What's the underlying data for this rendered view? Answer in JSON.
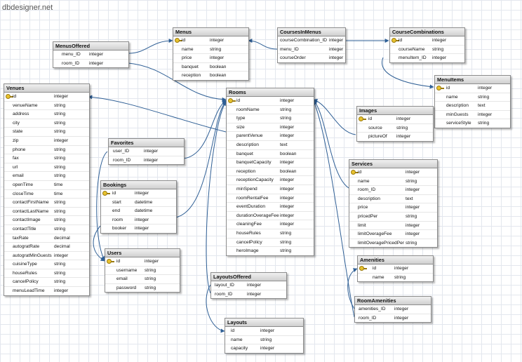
{
  "brand": "dbdesigner.net",
  "tables": [
    {
      "id": "menus_offered",
      "title": "MenusOffered",
      "cols": [
        [
          "menu_ID",
          "integer"
        ],
        [
          "room_ID",
          "integer"
        ]
      ]
    },
    {
      "id": "menus",
      "title": "Menus",
      "cols": [
        [
          "id",
          "integer"
        ],
        [
          "name",
          "string"
        ],
        [
          "price",
          "integer"
        ],
        [
          "banquet",
          "boolean"
        ],
        [
          "reception",
          "boolean"
        ]
      ]
    },
    {
      "id": "courses_in_menus",
      "title": "CoursesInMenus",
      "cols": [
        [
          "courseCombination_ID",
          "integer"
        ],
        [
          "menu_ID",
          "integer"
        ],
        [
          "courseOrder",
          "integer"
        ]
      ]
    },
    {
      "id": "course_combinations",
      "title": "CourseCombinations",
      "cols": [
        [
          "id",
          "integer"
        ],
        [
          "courseName",
          "string"
        ],
        [
          "menuItem_ID",
          "integer"
        ]
      ]
    },
    {
      "id": "menu_items",
      "title": "MenuItems",
      "cols": [
        [
          "id",
          "integer"
        ],
        [
          "name",
          "string"
        ],
        [
          "description",
          "text"
        ],
        [
          "minGuests",
          "integer"
        ],
        [
          "serviceStyle",
          "string"
        ]
      ]
    },
    {
      "id": "venues",
      "title": "Venues",
      "cols": [
        [
          "id",
          "integer"
        ],
        [
          "venueName",
          "string"
        ],
        [
          "address",
          "string"
        ],
        [
          "city",
          "string"
        ],
        [
          "state",
          "string"
        ],
        [
          "zip",
          "integer"
        ],
        [
          "phone",
          "string"
        ],
        [
          "fax",
          "string"
        ],
        [
          "url",
          "string"
        ],
        [
          "email",
          "string"
        ],
        [
          "openTime",
          "time"
        ],
        [
          "closeTime",
          "time"
        ],
        [
          "contactFirstName",
          "string"
        ],
        [
          "contactLastName",
          "string"
        ],
        [
          "contactImage",
          "string"
        ],
        [
          "contactTitle",
          "string"
        ],
        [
          "taxRate",
          "decimal"
        ],
        [
          "autogratRate",
          "decimal"
        ],
        [
          "autogratMinGuests",
          "integer"
        ],
        [
          "cuisineType",
          "string"
        ],
        [
          "houseRules",
          "string"
        ],
        [
          "cancelPolicy",
          "string"
        ],
        [
          "menuLeadTime",
          "integer"
        ]
      ]
    },
    {
      "id": "rooms",
      "title": "Rooms",
      "cols": [
        [
          "id",
          "integer"
        ],
        [
          "roomName",
          "string"
        ],
        [
          "type",
          "string"
        ],
        [
          "size",
          "integer"
        ],
        [
          "parentVenue",
          "integer"
        ],
        [
          "description",
          "text"
        ],
        [
          "banquet",
          "boolean"
        ],
        [
          "banquetCapacity",
          "integer"
        ],
        [
          "reception",
          "boolean"
        ],
        [
          "receptionCapacity",
          "integer"
        ],
        [
          "minSpend",
          "integer"
        ],
        [
          "roomRentalFee",
          "integer"
        ],
        [
          "eventDuration",
          "integer"
        ],
        [
          "durationOverageFee",
          "integer"
        ],
        [
          "cleaningFee",
          "integer"
        ],
        [
          "houseRules",
          "string"
        ],
        [
          "cancelPolicy",
          "string"
        ],
        [
          "heroImage",
          "string"
        ]
      ]
    },
    {
      "id": "images",
      "title": "Images",
      "cols": [
        [
          "id",
          "integer"
        ],
        [
          "source",
          "string"
        ],
        [
          "pictureOf",
          "integer"
        ]
      ]
    },
    {
      "id": "favorites",
      "title": "Favorites",
      "cols": [
        [
          "user_ID",
          "integer"
        ],
        [
          "room_ID",
          "integer"
        ]
      ]
    },
    {
      "id": "bookings",
      "title": "Bookings",
      "cols": [
        [
          "id",
          "integer"
        ],
        [
          "start",
          "datetime"
        ],
        [
          "end",
          "datetime"
        ],
        [
          "room",
          "integer"
        ],
        [
          "booker",
          "integer"
        ]
      ]
    },
    {
      "id": "services",
      "title": "Services",
      "cols": [
        [
          "id",
          "integer"
        ],
        [
          "name",
          "string"
        ],
        [
          "room_ID",
          "integer"
        ],
        [
          "description",
          "text"
        ],
        [
          "price",
          "integer"
        ],
        [
          "pricedPer",
          "string"
        ],
        [
          "limit",
          "integer"
        ],
        [
          "limitOverageFee",
          "integer"
        ],
        [
          "limitOveragePricedPer",
          "string"
        ]
      ]
    },
    {
      "id": "users",
      "title": "Users",
      "cols": [
        [
          "id",
          "integer"
        ],
        [
          "username",
          "string"
        ],
        [
          "email",
          "string"
        ],
        [
          "password",
          "string"
        ]
      ]
    },
    {
      "id": "layouts_offered",
      "title": "LayoutsOffered",
      "cols": [
        [
          "layout_ID",
          "integer"
        ],
        [
          "room_ID",
          "integer"
        ]
      ]
    },
    {
      "id": "amenities",
      "title": "Amenities",
      "cols": [
        [
          "id",
          "integer"
        ],
        [
          "name",
          "string"
        ]
      ]
    },
    {
      "id": "room_amenities",
      "title": "RoomAmenities",
      "cols": [
        [
          "amenities_ID",
          "integer"
        ],
        [
          "room_ID",
          "integer"
        ]
      ]
    },
    {
      "id": "layouts",
      "title": "Layouts",
      "cols": [
        [
          "id",
          "integer"
        ],
        [
          "name",
          "string"
        ],
        [
          "capacity",
          "integer"
        ]
      ]
    }
  ]
}
